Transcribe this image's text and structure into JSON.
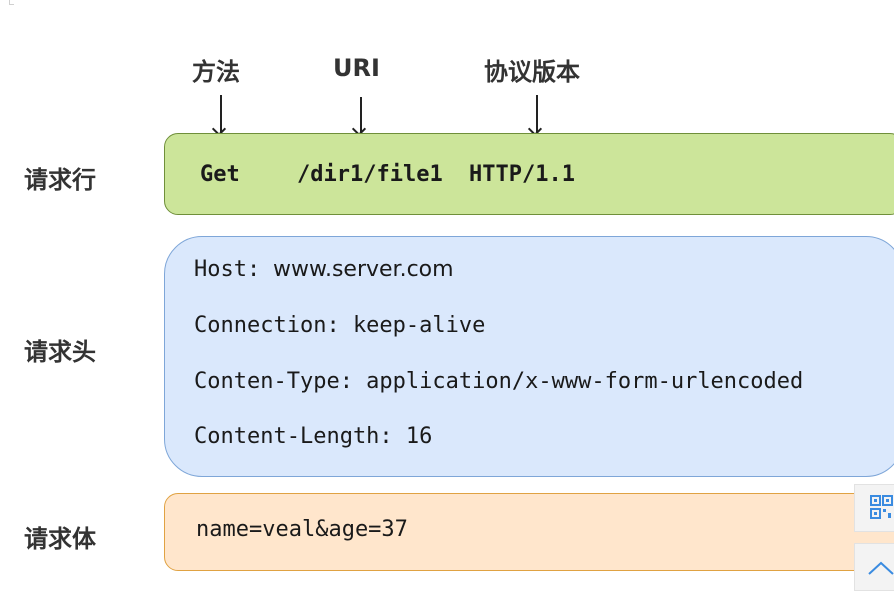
{
  "top_labels": {
    "method": "方法",
    "uri": "URI",
    "protocol_version": "协议版本"
  },
  "sections": {
    "request_line": {
      "label": "请求行",
      "method": "Get",
      "uri": "/dir1/file1",
      "version": "HTTP/1.1"
    },
    "request_headers": {
      "label": "请求头",
      "host_key": "Host:",
      "host_value": "www.server.com",
      "connection": "Connection: keep-alive",
      "content_type": "Conten-Type: application/x-www-form-urlencoded",
      "content_length": "Content-Length: 16"
    },
    "request_body": {
      "label": "请求体",
      "content": "name=veal&age=37"
    }
  },
  "colors": {
    "request_line_fill": "#cce59a",
    "request_headers_fill": "#dae8fc",
    "request_body_fill": "#ffe6cc"
  },
  "floating_buttons": {
    "qr_icon": "qr-code-icon",
    "back_to_top_icon": "chevron-up-icon"
  }
}
